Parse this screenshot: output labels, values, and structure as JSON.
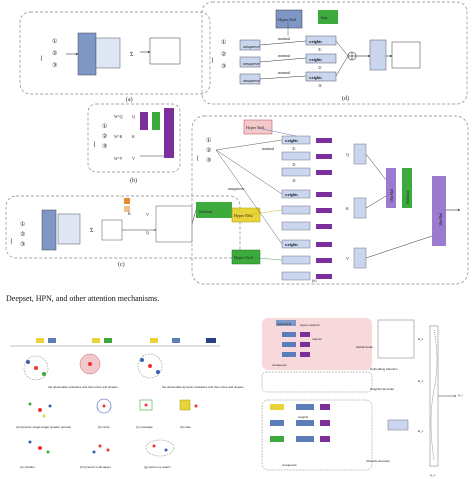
{
  "top_figure": {
    "panel_a": {
      "caption": "(a)",
      "inputs": [
        "①",
        "②",
        "③"
      ],
      "sum_symbol": "Σ"
    },
    "panel_b": {
      "caption": "(b)",
      "inputs": [
        "①",
        "②",
        "③"
      ],
      "projections": [
        "W^Q",
        "W^K",
        "W^V"
      ],
      "qkv": [
        "Q",
        "K",
        "V"
      ]
    },
    "panel_c": {
      "caption": "(c)",
      "inputs": [
        "①",
        "②",
        "③"
      ],
      "sum_symbol": "Σ",
      "kqv": [
        "K",
        "Q",
        "V"
      ],
      "softmax": "Softmax"
    },
    "panel_d": {
      "caption": "(d)",
      "inputs": [
        "①",
        "②",
        "③"
      ],
      "hyper_net": "Hyper Net1",
      "bias": "bias",
      "matmul": [
        "matmul",
        "matmul",
        "matmul"
      ],
      "unsqueeze": [
        "unsqueeze",
        "unsqueeze",
        "unsqueeze"
      ],
      "weights": [
        "weights",
        "weights",
        "weights"
      ],
      "weight_ids": [
        "①",
        "②",
        "③"
      ]
    },
    "panel_e": {
      "caption": "(e)",
      "inputs": [
        "①",
        "②",
        "③"
      ],
      "hyper_nets": [
        "Hyper Net1",
        "Hyper Net2",
        "Hyper Net3"
      ],
      "matmul": "matmul",
      "unsqueeze": "unsqueeze",
      "weights": "weights",
      "weight_ids": [
        "①",
        "②",
        "③"
      ],
      "qkv": [
        "Q",
        "K",
        "V"
      ],
      "right_blocks": [
        "MatMul",
        "Softmax",
        "MatMul"
      ]
    },
    "caption_fragment": "Deepset, HPN, and other attention mechanisms."
  },
  "bottom_left": {
    "cases": [
      "(a) dynamic single-target (evader pursuit)",
      "(b) circle",
      "(c) rectangle",
      "(d) cube",
      "(e) cylinder",
      "(f) dynamic multi-target",
      "(g) swarm vs swarm"
    ],
    "obs_notes": [
      "the observable obstacles and their sizes and shapes",
      "the observable dynamic obstacles and their sizes and shapes"
    ]
  },
  "bottom_right": {
    "labels": [
      "HyperNet1",
      "Hyper-network",
      "Neighbor-Encoder",
      "Obstacle-Encoder",
      "Embedding Attention",
      "Self-Encoder",
      "matmul",
      "unsqueeze",
      "weights"
    ],
    "outputs": [
      "E_s",
      "E_n",
      "E_o",
      "φ_r",
      "φ_o"
    ]
  },
  "colors": {
    "blue": "#5b7db8",
    "green": "#3daa3d",
    "purple": "#7a2f9a",
    "yellow": "#e8d43a",
    "pink": "#f3c9cc",
    "orange": "#e98b2a",
    "dashed": "#777777"
  }
}
